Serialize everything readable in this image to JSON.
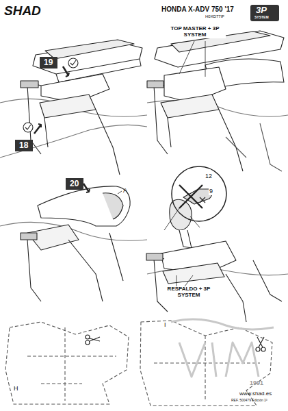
{
  "diagram": {
    "title": "HONDA X-ADV 750 '17",
    "nodes": [
      {
        "text": [
          "19"
        ]
      },
      {
        "text": [
          "18"
        ]
      },
      {
        "text": [
          "20"
        ]
      },
      {
        "text": [
          "12",
          "9"
        ]
      }
    ],
    "labels": [
      "SHAD",
      "3P",
      "SYSTEM",
      "H0XD77IF",
      "TOP MASTER + 3P SYSTEM",
      "A",
      "RESPALDO + 3P SYSTEM",
      "H",
      "I",
      "www.shad.es",
      "REF. 500479 Edición 1ª",
      "1991"
    ]
  }
}
